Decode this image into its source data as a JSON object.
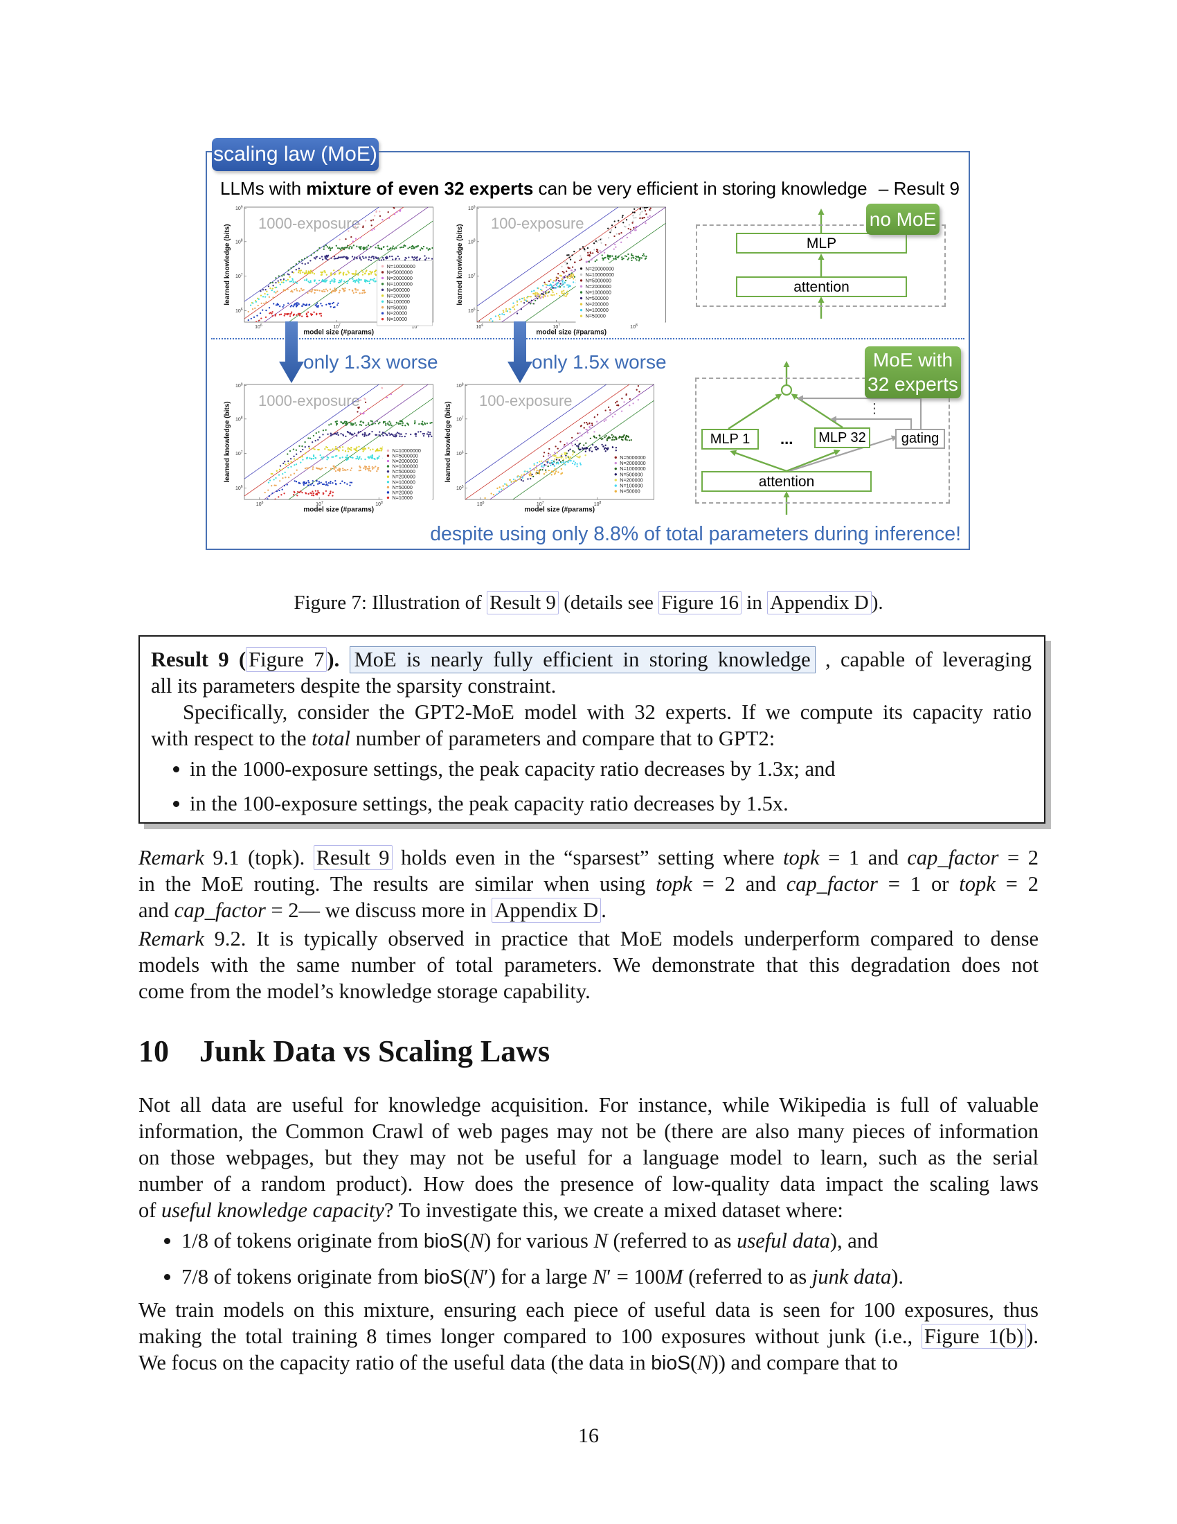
{
  "page": {
    "number": "16"
  },
  "figure": {
    "tag": "scaling law (MoE)",
    "headline": [
      {
        "t": "LLMs with ",
        "s": ""
      },
      {
        "t": "mixture of even 32 experts",
        "s": "b"
      },
      {
        "t": " can be very efficient in storing knowledge",
        "s": ""
      }
    ],
    "headline_result_ref": "– Result 9",
    "arrow_labels": [
      "only 1.3x worse",
      "only 1.5x worse"
    ],
    "footer": "despite using only 8.8% of total parameters during inference!",
    "no_moe": {
      "tag": "no MoE",
      "mlp": "MLP",
      "attention": "attention"
    },
    "moe": {
      "tag_line1": "MoE with",
      "tag_line2": "32 experts",
      "mlp1": "MLP 1",
      "dots": "...",
      "mlp32": "MLP 32",
      "gating": "gating",
      "attention": "attention",
      "vdots": "⋮"
    }
  },
  "chart_data": [
    {
      "type": "scatter",
      "watermark": "1000-exposure",
      "xlabel": "model size (#params)",
      "ylabel": "learned knowledge (bits)",
      "xticks": [
        {
          "f": 0.074,
          "e": "6"
        },
        {
          "f": 0.489,
          "e": "7"
        },
        {
          "f": 0.905,
          "e": "8"
        }
      ],
      "yticks": [
        {
          "f": 0.01,
          "e": "9"
        },
        {
          "f": 0.3,
          "e": "8"
        },
        {
          "f": 0.6,
          "e": "7"
        },
        {
          "f": 0.9,
          "e": "6"
        }
      ],
      "guides": [
        {
          "color": "#4747bb",
          "y0": 0.82
        },
        {
          "color": "#cc3b33",
          "y0": 0.97
        },
        {
          "color": "#7a3fa0",
          "y0": 1.12
        },
        {
          "color": "#3a8a3a",
          "y0": 1.27
        }
      ],
      "legend": {
        "mx": 0.725,
        "y0": 0.515,
        "dy": 0.051,
        "border": true
      },
      "series": [
        {
          "name": "N=10000000",
          "color": "#f2b6be",
          "type": "diag",
          "off": 0.04,
          "xs": 0.5,
          "xe": 0.72,
          "n": 10
        },
        {
          "name": "N=5000000",
          "color": "#8b1f1f",
          "type": "diag",
          "off": 0.09,
          "xs": 0.52,
          "xe": 0.8,
          "n": 11
        },
        {
          "name": "N=2000000",
          "color": "#cf74de",
          "type": "diag",
          "off": 0.14,
          "xs": 0.55,
          "xe": 0.88,
          "n": 11
        },
        {
          "name": "N=1000000",
          "color": "#2e7d32",
          "type": "plat",
          "y": 0.345,
          "xs": 0.42,
          "xe": 1.0,
          "n": 95,
          "tail": 18
        },
        {
          "name": "N=500000",
          "color": "#39307f",
          "type": "plat",
          "y": 0.435,
          "xs": 0.37,
          "xe": 1.0,
          "n": 100,
          "tail": 18
        },
        {
          "name": "N=200000",
          "color": "#ddd52e",
          "type": "plat",
          "y": 0.565,
          "xs": 0.28,
          "xe": 0.82,
          "n": 88,
          "tail": 15
        },
        {
          "name": "N=100000",
          "color": "#40dede",
          "type": "plat",
          "y": 0.635,
          "xs": 0.24,
          "xe": 0.78,
          "n": 86,
          "tail": 13
        },
        {
          "name": "N=50000",
          "color": "#eda95e",
          "type": "plat",
          "y": 0.72,
          "xs": 0.2,
          "xe": 0.64,
          "n": 70,
          "tail": 11
        },
        {
          "name": "N=20000",
          "color": "#2140c0",
          "type": "plat",
          "y": 0.845,
          "xs": 0.15,
          "xe": 0.5,
          "n": 55,
          "tail": 8
        },
        {
          "name": "N=10000",
          "color": "#d93030",
          "type": "plat",
          "y": 0.925,
          "xs": 0.13,
          "xe": 0.42,
          "n": 46,
          "tail": 5
        }
      ]
    },
    {
      "type": "scatter",
      "watermark": "100-exposure",
      "xlabel": "model size (#params)",
      "ylabel": "learned knowledge (bits)",
      "xticks": [
        {
          "f": 0.013,
          "e": "6"
        },
        {
          "f": 0.42,
          "e": "7"
        },
        {
          "f": 0.83,
          "e": "8"
        }
      ],
      "yticks": [
        {
          "f": 0.01,
          "e": "9"
        },
        {
          "f": 0.3,
          "e": "8"
        },
        {
          "f": 0.6,
          "e": "7"
        },
        {
          "f": 0.9,
          "e": "6"
        }
      ],
      "guides": [
        {
          "color": "#4747bb",
          "y0": 0.86
        },
        {
          "color": "#cc3b33",
          "y0": 1.0
        },
        {
          "color": "#7a3fa0",
          "y0": 1.15
        },
        {
          "color": "#3a8a3a",
          "y0": 1.29
        }
      ],
      "legend": {
        "mx": 0.545,
        "y0": 0.535,
        "dy": 0.0515,
        "border": false
      },
      "series": [
        {
          "name": "N=20000000",
          "color": "#161616",
          "type": "diag",
          "off": 0.14,
          "xs": 0.45,
          "xe": 0.99,
          "n": 41
        },
        {
          "name": "N=10000000",
          "color": "#c9c9c9",
          "type": "diag",
          "off": 0.19,
          "xs": 0.4,
          "xe": 0.92,
          "n": 33
        },
        {
          "name": "N=5000000",
          "color": "#8b1f1f",
          "type": "diag",
          "off": 0.235,
          "xs": 0.35,
          "xe": 0.97,
          "n": 46
        },
        {
          "name": "N=2000000",
          "color": "#cd8cd6",
          "type": "diag",
          "off": 0.3,
          "xs": 0.28,
          "xe": 0.93,
          "n": 44
        },
        {
          "name": "N=1000000",
          "color": "#2e7d32",
          "type": "plat",
          "y": 0.43,
          "xs": 0.66,
          "xe": 0.9,
          "n": 57,
          "tail": 24
        },
        {
          "name": "N=500000",
          "color": "#352470",
          "type": "plat",
          "y": 0.52,
          "xs": 0.56,
          "xe": 0.82,
          "n": 52,
          "tail": 22
        },
        {
          "name": "N=200000",
          "color": "#e3c83e",
          "type": "plat",
          "y": 0.6,
          "xs": 0.44,
          "xe": 0.65,
          "n": 41,
          "tail": 20
        },
        {
          "name": "N=100000",
          "color": "#43cfe8",
          "type": "plat",
          "y": 0.665,
          "xs": 0.37,
          "xe": 0.6,
          "n": 41,
          "tail": 20
        },
        {
          "name": "N=50000",
          "color": "#e8d44a",
          "type": "plat",
          "y": 0.75,
          "xs": 0.3,
          "xe": 0.5,
          "n": 35,
          "tail": 18
        }
      ]
    },
    {
      "type": "scatter",
      "watermark": "1000-exposure",
      "xlabel": "model size (#params)",
      "ylabel": "learned knowledge (bits)",
      "xticks": [
        {
          "f": 0.08,
          "e": "6"
        },
        {
          "f": 0.397,
          "e": "7"
        },
        {
          "f": 0.713,
          "e": "8"
        }
      ],
      "yticks": [
        {
          "f": 0.01,
          "e": "9"
        },
        {
          "f": 0.3,
          "e": "8"
        },
        {
          "f": 0.6,
          "e": "7"
        },
        {
          "f": 0.9,
          "e": "6"
        }
      ],
      "guides": [
        {
          "color": "#4747bb",
          "y0": 0.82
        },
        {
          "color": "#cc3b33",
          "y0": 0.97
        },
        {
          "color": "#7a3fa0",
          "y0": 1.12
        },
        {
          "color": "#3a8a3a",
          "y0": 1.27
        }
      ],
      "legend": {
        "mx": 0.754,
        "y0": 0.575,
        "dy": 0.0455,
        "border": false
      },
      "series": [
        {
          "name": "N=10000000",
          "color": "#f2b6be",
          "type": "diag",
          "off": 0.04,
          "xs": 0.55,
          "xe": 0.75,
          "n": 6
        },
        {
          "name": "N=5000000",
          "color": "#8b1f1f",
          "type": "diag",
          "off": 0.09,
          "xs": 0.58,
          "xe": 0.85,
          "n": 7
        },
        {
          "name": "N=2000000",
          "color": "#cf74de",
          "type": "diag",
          "off": 0.14,
          "xs": 0.6,
          "xe": 0.92,
          "n": 7
        },
        {
          "name": "N=1000000",
          "color": "#2e7d32",
          "type": "plat",
          "y": 0.33,
          "xs": 0.48,
          "xe": 1.0,
          "n": 88,
          "tail": 16
        },
        {
          "name": "N=500000",
          "color": "#39307f",
          "type": "plat",
          "y": 0.425,
          "xs": 0.44,
          "xe": 1.0,
          "n": 92,
          "tail": 16
        },
        {
          "name": "N=200000",
          "color": "#ddd52e",
          "type": "plat",
          "y": 0.555,
          "xs": 0.36,
          "xe": 0.8,
          "n": 72,
          "tail": 14
        },
        {
          "name": "N=100000",
          "color": "#40dede",
          "type": "plat",
          "y": 0.63,
          "xs": 0.33,
          "xe": 0.82,
          "n": 76,
          "tail": 13
        },
        {
          "name": "N=50000",
          "color": "#eda95e",
          "type": "plat",
          "y": 0.725,
          "xs": 0.3,
          "xe": 0.72,
          "n": 62,
          "tail": 12
        },
        {
          "name": "N=20000",
          "color": "#2140c0",
          "type": "plat",
          "y": 0.85,
          "xs": 0.25,
          "xe": 0.57,
          "n": 46,
          "tail": 8
        },
        {
          "name": "N=10000",
          "color": "#d93030",
          "type": "plat",
          "y": 0.94,
          "xs": 0.23,
          "xe": 0.47,
          "n": 38,
          "tail": 6
        }
      ]
    },
    {
      "type": "scatter",
      "watermark": "100-exposure",
      "xlabel": "model size (#params)",
      "ylabel": "learned knowledge (bits)",
      "xticks": [
        {
          "f": 0.08,
          "e": "6"
        },
        {
          "f": 0.396,
          "e": "7"
        },
        {
          "f": 0.7,
          "e": "8"
        }
      ],
      "yticks": [
        {
          "f": 0.01,
          "e": "8"
        },
        {
          "f": 0.3,
          "e": "7"
        },
        {
          "f": 0.6,
          "e": "6"
        },
        {
          "f": 0.9,
          "e": "5"
        }
      ],
      "guides": [
        {
          "color": "#4747bb",
          "y0": 0.86
        },
        {
          "color": "#cc3b33",
          "y0": 1.0
        },
        {
          "color": "#7a3fa0",
          "y0": 1.15
        },
        {
          "color": "#3a8a3a",
          "y0": 1.29
        }
      ],
      "legend": {
        "mx": 0.79,
        "y0": 0.635,
        "dy": 0.049,
        "border": false
      },
      "series": [
        {
          "name": "N=5000000",
          "color": "#8b1f1f",
          "type": "diag",
          "off": 0.235,
          "xs": 0.4,
          "xe": 0.97,
          "n": 41
        },
        {
          "name": "N=2000000",
          "color": "#cd8cd6",
          "type": "diag",
          "off": 0.3,
          "xs": 0.35,
          "xe": 0.93,
          "n": 38
        },
        {
          "name": "N=1000000",
          "color": "#28641e",
          "type": "plat",
          "y": 0.46,
          "xs": 0.68,
          "xe": 0.88,
          "n": 49,
          "tail": 20
        },
        {
          "name": "N=500000",
          "color": "#241b66",
          "type": "plat",
          "y": 0.545,
          "xs": 0.58,
          "xe": 0.8,
          "n": 41,
          "tail": 18
        },
        {
          "name": "N=200000",
          "color": "#e5de55",
          "type": "plat",
          "y": 0.615,
          "xs": 0.46,
          "xe": 0.64,
          "n": 33,
          "tail": 16
        },
        {
          "name": "N=100000",
          "color": "#4cd9f2",
          "type": "plat",
          "y": 0.68,
          "xs": 0.4,
          "xe": 0.62,
          "n": 33,
          "tail": 15
        },
        {
          "name": "N=50000",
          "color": "#edb23e",
          "type": "plat",
          "y": 0.755,
          "xs": 0.33,
          "xe": 0.52,
          "n": 27,
          "tail": 14
        }
      ]
    }
  ],
  "caption": [
    {
      "t": "Figure 7: Illustration of ",
      "s": ""
    },
    {
      "t": "Result 9",
      "s": "lk"
    },
    {
      "t": " (details see ",
      "s": ""
    },
    {
      "t": "Figure 16",
      "s": "lk"
    },
    {
      "t": " in ",
      "s": ""
    },
    {
      "t": "Appendix D",
      "s": "lk"
    },
    {
      "t": ").",
      "s": ""
    }
  ],
  "result_box": {
    "p1": {
      "lines": [
        [
          {
            "t": "Result 9 (",
            "s": "b"
          },
          {
            "t": "Figure 7",
            "s": "lk"
          },
          {
            "t": ").",
            "s": "b"
          },
          {
            "t": " ",
            "s": ""
          },
          {
            "t": "MoE is nearly fully efficient in storing knowledge",
            "s": "hl"
          },
          {
            "t": " , capable of leveraging",
            "s": ""
          }
        ],
        [
          {
            "t": "all its parameters despite the sparsity constraint.",
            "s": ""
          }
        ]
      ]
    },
    "p2": {
      "lines": [
        [
          {
            "t": "Specifically, consider the GPT2-MoE model with 32 experts. If we compute its capacity ratio",
            "s": ""
          }
        ],
        [
          {
            "t": "with respect to the ",
            "s": ""
          },
          {
            "t": "total",
            "s": "i"
          },
          {
            "t": " number of parameters and compare that to GPT2:",
            "s": ""
          }
        ]
      ]
    },
    "bullet1": [
      {
        "t": "in the 1000-exposure settings, the peak capacity ratio decreases by 1.3x; and",
        "s": ""
      }
    ],
    "bullet2": [
      {
        "t": "in the 100-exposure settings, the peak capacity ratio decreases by 1.5x.",
        "s": ""
      }
    ]
  },
  "remark1": {
    "lines": [
      [
        {
          "t": "Remark",
          "s": "i"
        },
        {
          "t": " 9.1 (topk). ",
          "s": ""
        },
        {
          "t": "Result 9",
          "s": "lk"
        },
        {
          "t": " holds even in the “sparsest” setting where ",
          "s": ""
        },
        {
          "t": "topk",
          "s": "m"
        },
        {
          "t": " = 1 and ",
          "s": ""
        },
        {
          "t": "cap_factor",
          "s": "m"
        },
        {
          "t": " = 2",
          "s": ""
        }
      ],
      [
        {
          "t": "in the MoE routing. The results are similar when using ",
          "s": ""
        },
        {
          "t": "topk",
          "s": "m"
        },
        {
          "t": " = 2 and ",
          "s": ""
        },
        {
          "t": "cap_factor",
          "s": "m"
        },
        {
          "t": " = 1 or ",
          "s": ""
        },
        {
          "t": "topk",
          "s": "m"
        },
        {
          "t": " = 2",
          "s": ""
        }
      ],
      [
        {
          "t": "and ",
          "s": ""
        },
        {
          "t": "cap_factor",
          "s": "m"
        },
        {
          "t": " = 2— we discuss more in ",
          "s": ""
        },
        {
          "t": "Appendix D",
          "s": "lk"
        },
        {
          "t": ".",
          "s": ""
        }
      ]
    ]
  },
  "remark2": {
    "lines": [
      [
        {
          "t": "Remark",
          "s": "i"
        },
        {
          "t": " 9.2. It is typically observed in practice that MoE models underperform compared to dense",
          "s": ""
        }
      ],
      [
        {
          "t": "models with the same number of total parameters. We demonstrate that this degradation does not",
          "s": ""
        }
      ],
      [
        {
          "t": "come from the model’s knowledge storage capability.",
          "s": ""
        }
      ]
    ]
  },
  "section": {
    "number": "10",
    "title": "Junk Data vs Scaling Laws"
  },
  "para1": {
    "lines": [
      [
        {
          "t": "Not all data are useful for knowledge acquisition.  For instance, while Wikipedia is full of valuable",
          "s": ""
        }
      ],
      [
        {
          "t": "information, the Common Crawl of web pages may not be (there are also many pieces of information",
          "s": ""
        }
      ],
      [
        {
          "t": "on those webpages, but they may not be useful for a language model to learn, such as the serial",
          "s": ""
        }
      ],
      [
        {
          "t": "number of a random product).  How does the presence of low-quality data impact the scaling laws",
          "s": ""
        }
      ],
      [
        {
          "t": "of ",
          "s": ""
        },
        {
          "t": "useful knowledge capacity",
          "s": "i"
        },
        {
          "t": "?  To investigate this, we create a mixed dataset where:",
          "s": ""
        }
      ]
    ]
  },
  "bullets": {
    "b1": [
      {
        "t": "1/8 of tokens originate from ",
        "s": ""
      },
      {
        "t": "bioS",
        "s": "sf"
      },
      {
        "t": "(",
        "s": ""
      },
      {
        "t": "N",
        "s": "m"
      },
      {
        "t": ") for various ",
        "s": ""
      },
      {
        "t": "N",
        "s": "m"
      },
      {
        "t": " (referred to as ",
        "s": ""
      },
      {
        "t": "useful data",
        "s": "i"
      },
      {
        "t": "), and",
        "s": ""
      }
    ],
    "b2": [
      {
        "t": "7/8 of tokens originate from ",
        "s": ""
      },
      {
        "t": "bioS",
        "s": "sf"
      },
      {
        "t": "(",
        "s": ""
      },
      {
        "t": "N",
        "s": "m"
      },
      {
        "t": "′) for a large ",
        "s": ""
      },
      {
        "t": "N",
        "s": "m"
      },
      {
        "t": "′ = 100",
        "s": ""
      },
      {
        "t": "M",
        "s": "m"
      },
      {
        "t": " (referred to as ",
        "s": ""
      },
      {
        "t": "junk data",
        "s": "i"
      },
      {
        "t": ").",
        "s": ""
      }
    ]
  },
  "para2": {
    "lines": [
      [
        {
          "t": "We train models on this mixture, ensuring each piece of useful data is seen for 100 exposures, thus",
          "s": ""
        }
      ],
      [
        {
          "t": "making the total training 8 times longer compared to 100 exposures without junk (i.e., ",
          "s": ""
        },
        {
          "t": "Figure 1(b)",
          "s": "lk"
        },
        {
          "t": ").",
          "s": ""
        }
      ],
      [
        {
          "t": "We focus on the capacity ratio of the useful data (the data in ",
          "s": ""
        },
        {
          "t": "bioS",
          "s": "sf"
        },
        {
          "t": "(",
          "s": ""
        },
        {
          "t": "N",
          "s": "m"
        },
        {
          "t": ")) and compare that to",
          "s": ""
        }
      ]
    ]
  }
}
